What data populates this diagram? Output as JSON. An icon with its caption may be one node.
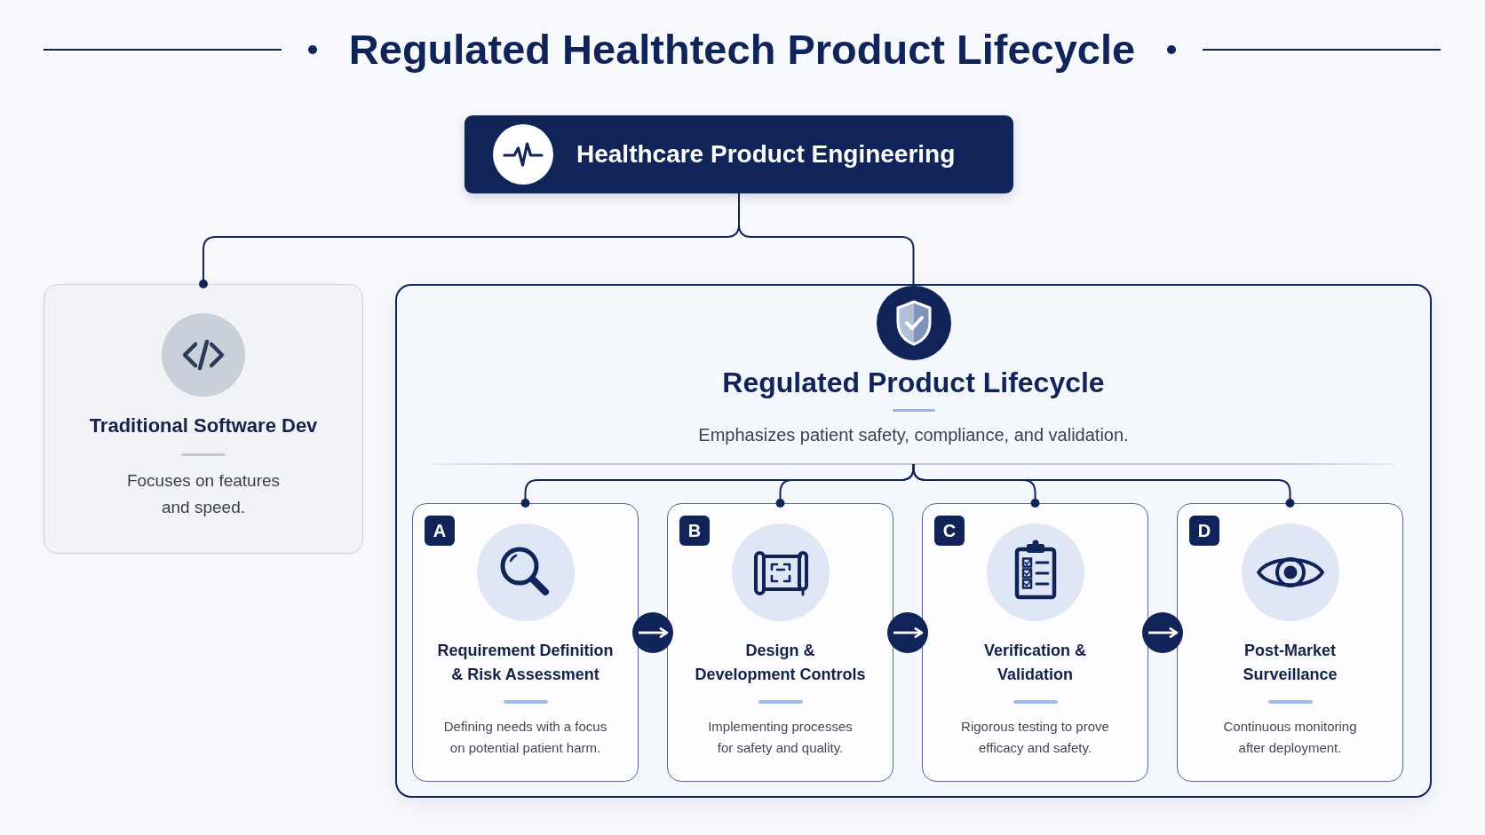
{
  "diagram": {
    "title": "Regulated Healthtech Product Lifecycle",
    "nodes": [
      {
        "text": [
          "Healthcare Product Engineering"
        ]
      },
      {
        "text": [
          "Traditional Software Dev",
          "Focuses on features and speed."
        ]
      },
      {
        "text": [
          "Regulated Product Lifecycle",
          "Emphasizes patient safety, compliance, and validation."
        ]
      },
      {
        "text": [
          "A",
          "Requirement Definition & Risk Assessment",
          "Defining needs with a focus on potential patient harm."
        ],
        "in": 2
      },
      {
        "text": [
          "B",
          "Design & Development Controls",
          "Implementing processes for safety and quality."
        ],
        "in": 2
      },
      {
        "text": [
          "C",
          "Verification & Validation",
          "Rigorous testing to prove efficacy and safety."
        ],
        "in": 2
      },
      {
        "text": [
          "D",
          "Post-Market Surveillance",
          "Continuous monitoring after deployment."
        ],
        "in": 2
      }
    ],
    "edges": [
      {
        "from": 0,
        "to": 1,
        "arrow": "other"
      },
      {
        "from": 0,
        "to": 2,
        "arrow": "none"
      },
      {
        "from": null,
        "to": 3,
        "arrow": "other"
      },
      {
        "from": null,
        "to": 4,
        "arrow": "other"
      },
      {
        "from": null,
        "to": 5,
        "arrow": "other"
      },
      {
        "from": null,
        "to": 6,
        "arrow": "other"
      },
      {
        "from": 3,
        "to": 4,
        "arrow": "to",
        "color": "#ffffff"
      },
      {
        "from": 4,
        "to": 5,
        "arrow": "to",
        "color": "#ffffff"
      },
      {
        "from": 5,
        "to": 6,
        "arrow": "to",
        "color": "#ffffff"
      }
    ]
  }
}
